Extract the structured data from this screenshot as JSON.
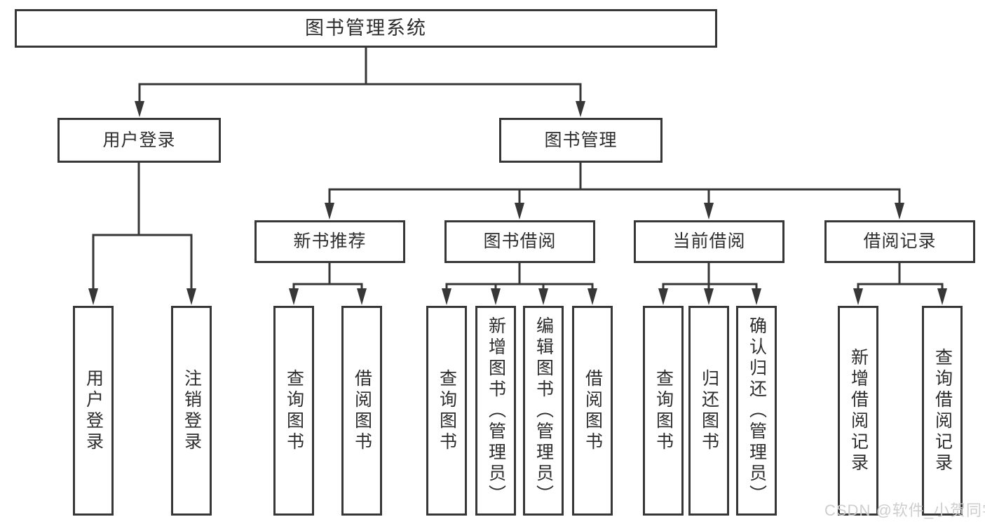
{
  "tree": {
    "label": "图书管理系统",
    "children": [
      {
        "label": "用户登录",
        "children": [
          {
            "label": "用户登录"
          },
          {
            "label": "注销登录"
          }
        ]
      },
      {
        "label": "图书管理",
        "children": [
          {
            "label": "新书推荐",
            "children": [
              {
                "label": "查询图书"
              },
              {
                "label": "借阅图书"
              }
            ]
          },
          {
            "label": "图书借阅",
            "children": [
              {
                "label": "查询图书"
              },
              {
                "label": "新增图书（管理员）"
              },
              {
                "label": "编辑图书（管理员）"
              },
              {
                "label": "借阅图书"
              }
            ]
          },
          {
            "label": "当前借阅",
            "children": [
              {
                "label": "查询图书"
              },
              {
                "label": "归还图书"
              },
              {
                "label": "确认归还（管理员）"
              }
            ]
          },
          {
            "label": "借阅记录",
            "children": [
              {
                "label": "新增借阅记录"
              },
              {
                "label": "查询借阅记录"
              }
            ]
          }
        ]
      }
    ]
  },
  "watermark": "CSDN @软件_小贺同学",
  "colors": {
    "line": "#373737",
    "box_border": "#373737",
    "text": "#2d2d2d",
    "watermark": "#cbcbcb",
    "background": "#ffffff"
  }
}
